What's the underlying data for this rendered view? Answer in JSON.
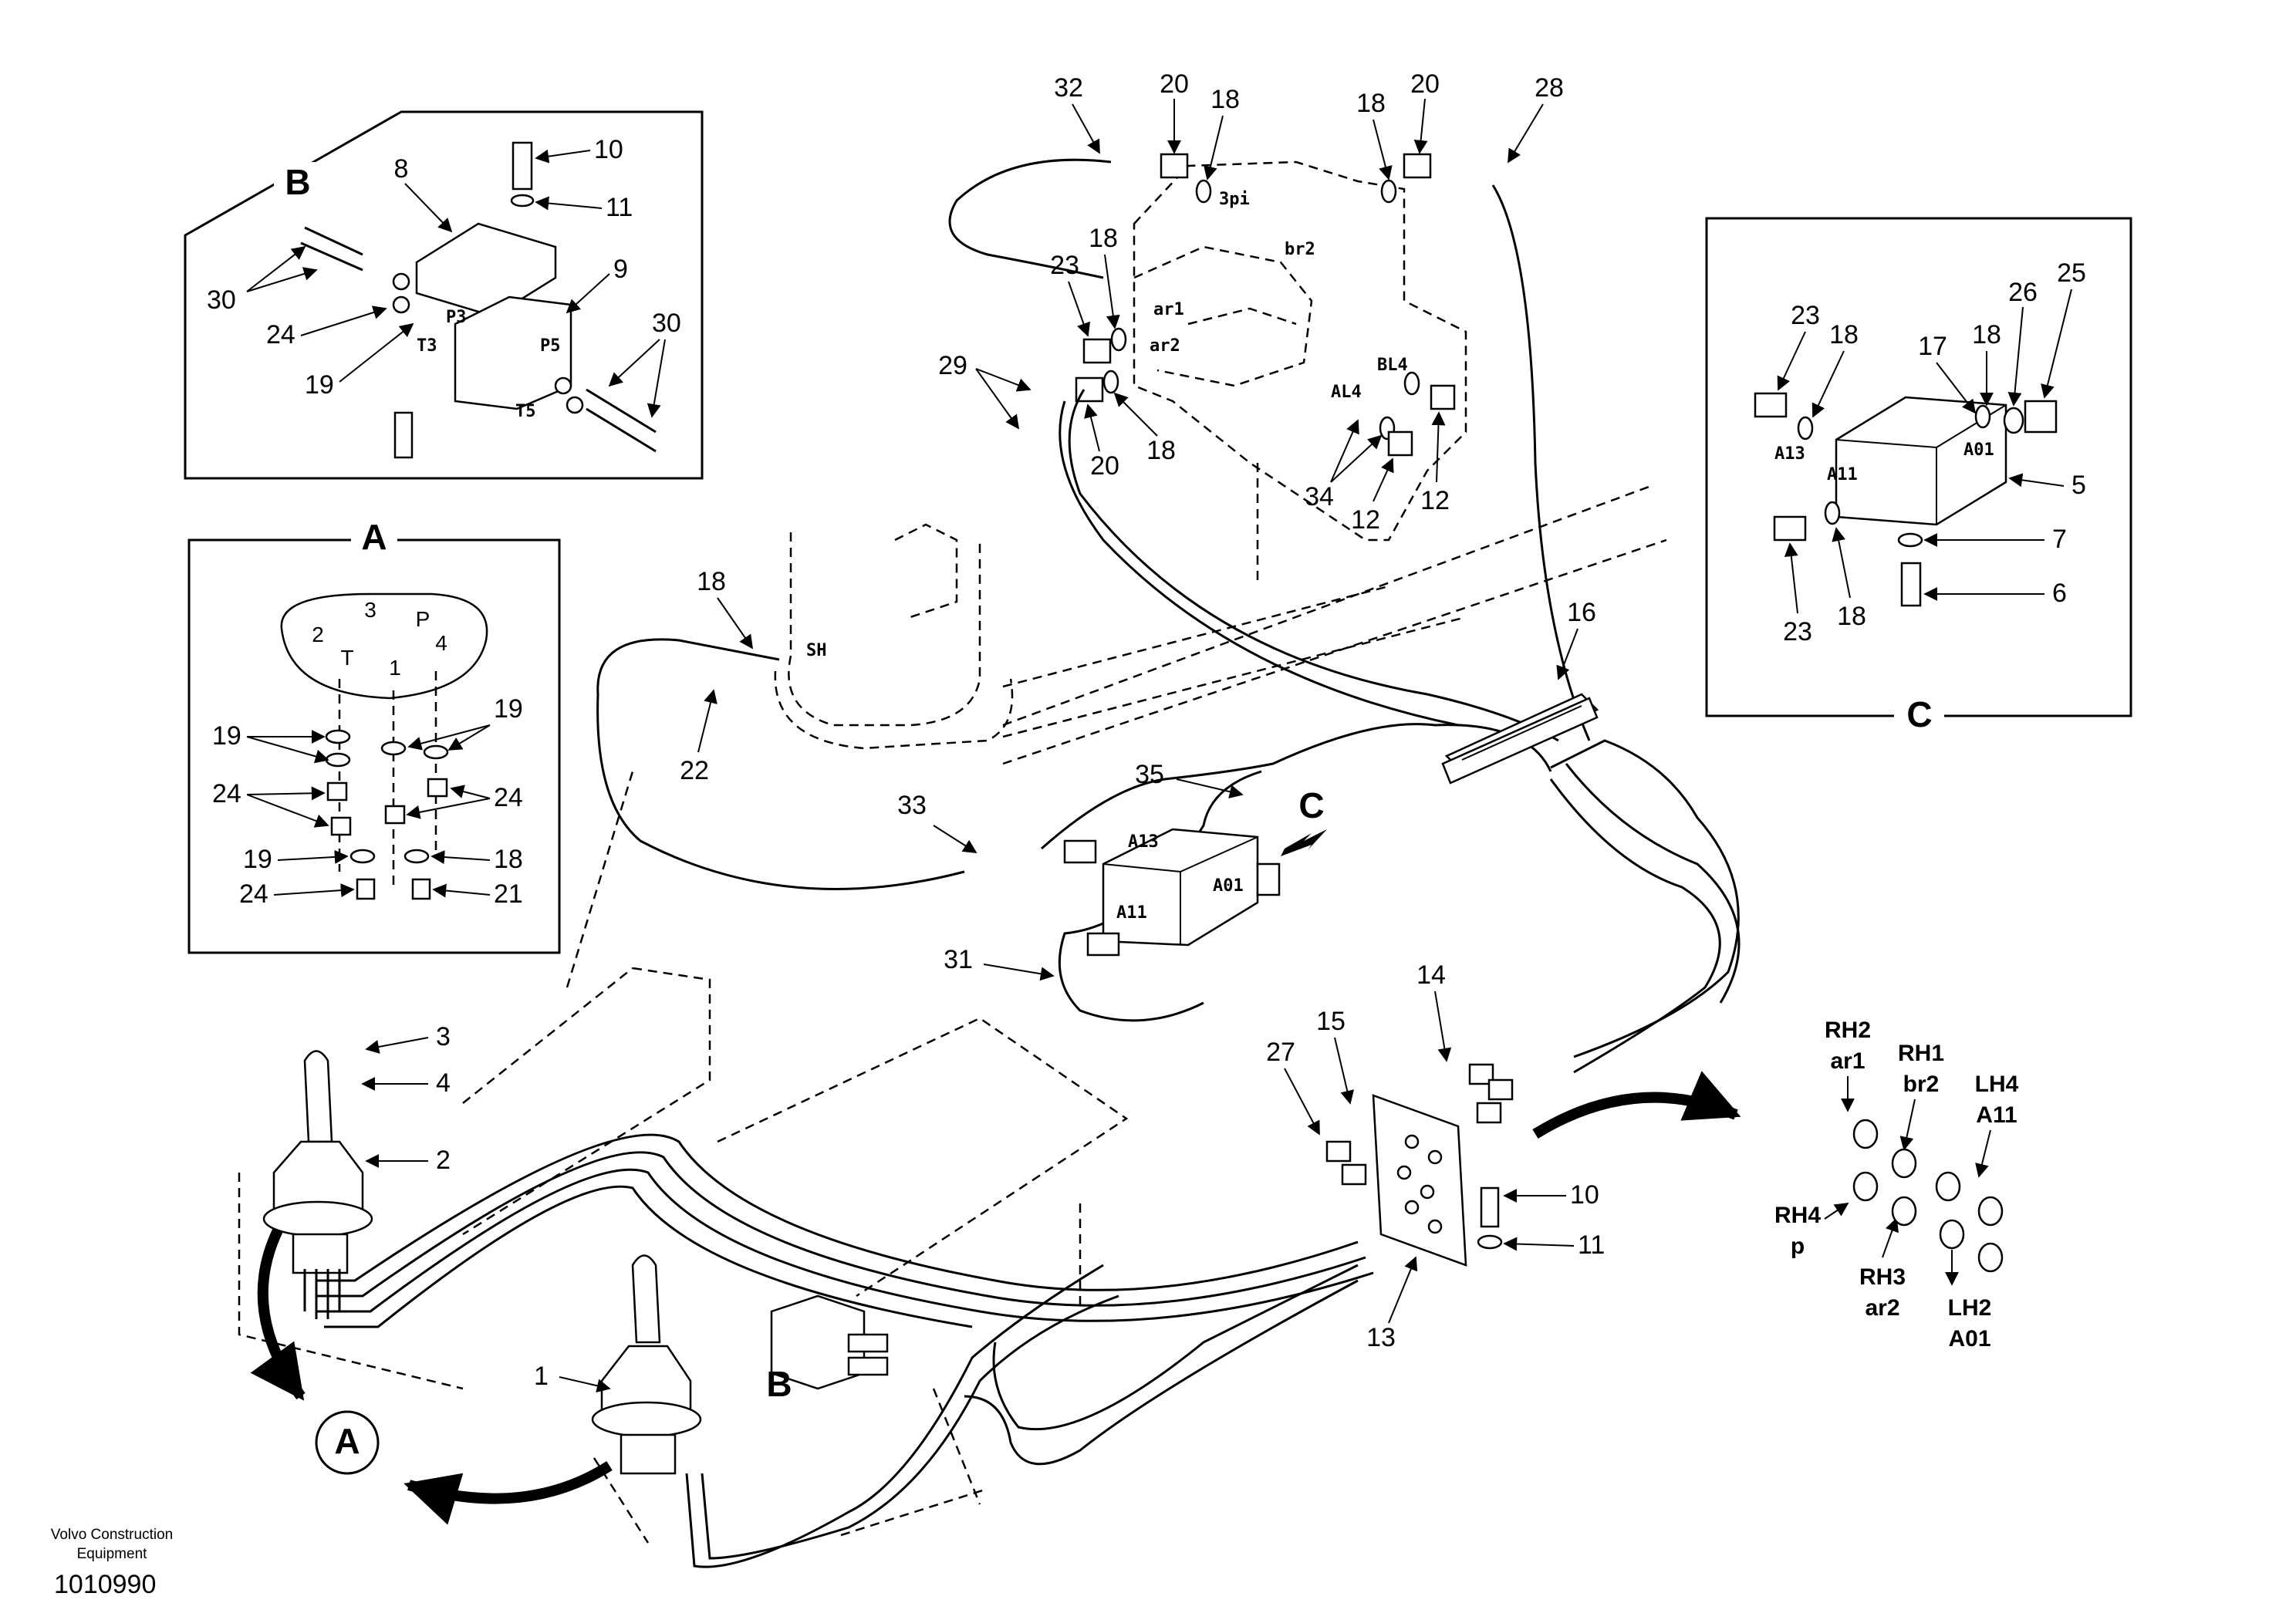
{
  "callouts": {
    "c1": "1",
    "c2": "2",
    "c3": "3",
    "c4": "4",
    "c5": "5",
    "c6": "6",
    "c7": "7",
    "c8": "8",
    "c9": "9",
    "c10": "10",
    "c10b": "10",
    "c11": "11",
    "c11b": "11",
    "c12a": "12",
    "c12b": "12",
    "c13": "13",
    "c14": "14",
    "c15": "15",
    "c16": "16",
    "c17": "17",
    "c18a": "18",
    "c18b": "18",
    "c18c": "18",
    "c18d": "18",
    "c18e": "18",
    "c18f": "18",
    "c18g": "18",
    "c18h": "18",
    "c19a": "19",
    "c19b": "19",
    "c19c": "19",
    "c19d": "19",
    "c20a": "20",
    "c20b": "20",
    "c20c": "20",
    "c21": "21",
    "c22": "22",
    "c23a": "23",
    "c23b": "23",
    "c23c": "23",
    "c24a": "24",
    "c24b": "24",
    "c24c": "24",
    "c24d": "24",
    "c25": "25",
    "c26": "26",
    "c27": "27",
    "c28": "28",
    "c29": "29",
    "c30a": "30",
    "c30b": "30",
    "c31": "31",
    "c32": "32",
    "c33": "33",
    "c34": "34",
    "c35": "35"
  },
  "detail_labels": {
    "a_box": "A",
    "a_circle": "A",
    "b_box": "B",
    "b_main": "B",
    "c_box": "C",
    "c_main": "C"
  },
  "port_labels": {
    "p3": "P3",
    "t3": "T3",
    "p5": "P5",
    "t5": "T5",
    "a_3": "3",
    "a_p": "P",
    "a_2": "2",
    "a_t": "T",
    "a_1": "1",
    "a_4": "4",
    "a13": "A13",
    "a11": "A11",
    "a01": "A01",
    "a13_main": "A13",
    "a11_main": "A11",
    "a01_main": "A01",
    "sh": "SH",
    "threepi": "3pi",
    "br2": "br2",
    "ar1": "ar1",
    "ar2": "ar2",
    "al4": "AL4",
    "bl4": "BL4"
  },
  "hose_map": {
    "rh2": "RH2",
    "rh2_sub": "ar1",
    "rh1": "RH1",
    "rh1_sub": "br2",
    "lh4": "LH4",
    "lh4_sub": "A11",
    "rh4": "RH4",
    "rh4_sub": "p",
    "rh3": "RH3",
    "rh3_sub": "ar2",
    "lh2": "LH2",
    "lh2_sub": "A01"
  },
  "footer": {
    "brand_line1": "Volvo Construction",
    "brand_line2": "Equipment",
    "drawing_number": "1010990"
  }
}
